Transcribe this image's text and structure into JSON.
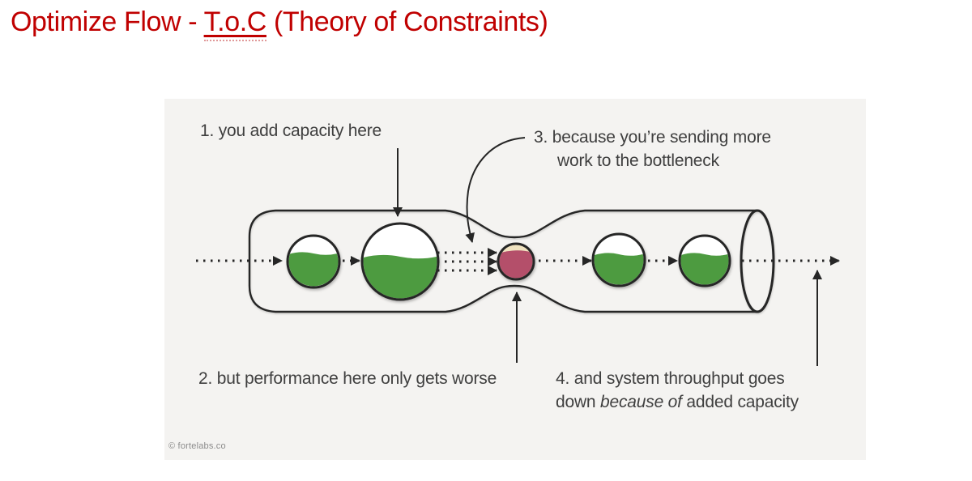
{
  "title": {
    "prefix": "Optimize Flow - ",
    "underlined": "T.o.C",
    "suffix": " (Theory of Constraints)"
  },
  "annotations": {
    "a1": "1. you add capacity here",
    "a2": "2. but performance here only gets worse",
    "a3_line1": "3. because you’re sending more",
    "a3_line2": "work to the bottleneck",
    "a4_line1": "4. and system throughput goes",
    "a4_line2_pre": "down ",
    "a4_line2_italic": "because of",
    "a4_line2_post": " added capacity"
  },
  "copyright": "© fortelabs.co",
  "diagram_semantics": {
    "work_items_left": [
      "small-green-buffer",
      "large-green-buffer-added-capacity"
    ],
    "bottleneck": "red-overloaded-work-item",
    "work_items_right": [
      "green-buffer",
      "green-buffer"
    ],
    "flow_direction": "left-to-right"
  },
  "colors": {
    "page_bg": "#ffffff",
    "card_bg": "#f4f3f1",
    "title_red": "#c00000",
    "work_green": "#4d9b40",
    "bottleneck_red": "#b4506a",
    "bottleneck_cream": "#f0e3c0",
    "line": "#262626",
    "text": "#3f3f3f",
    "copyright_gray": "#8c8c8c"
  }
}
